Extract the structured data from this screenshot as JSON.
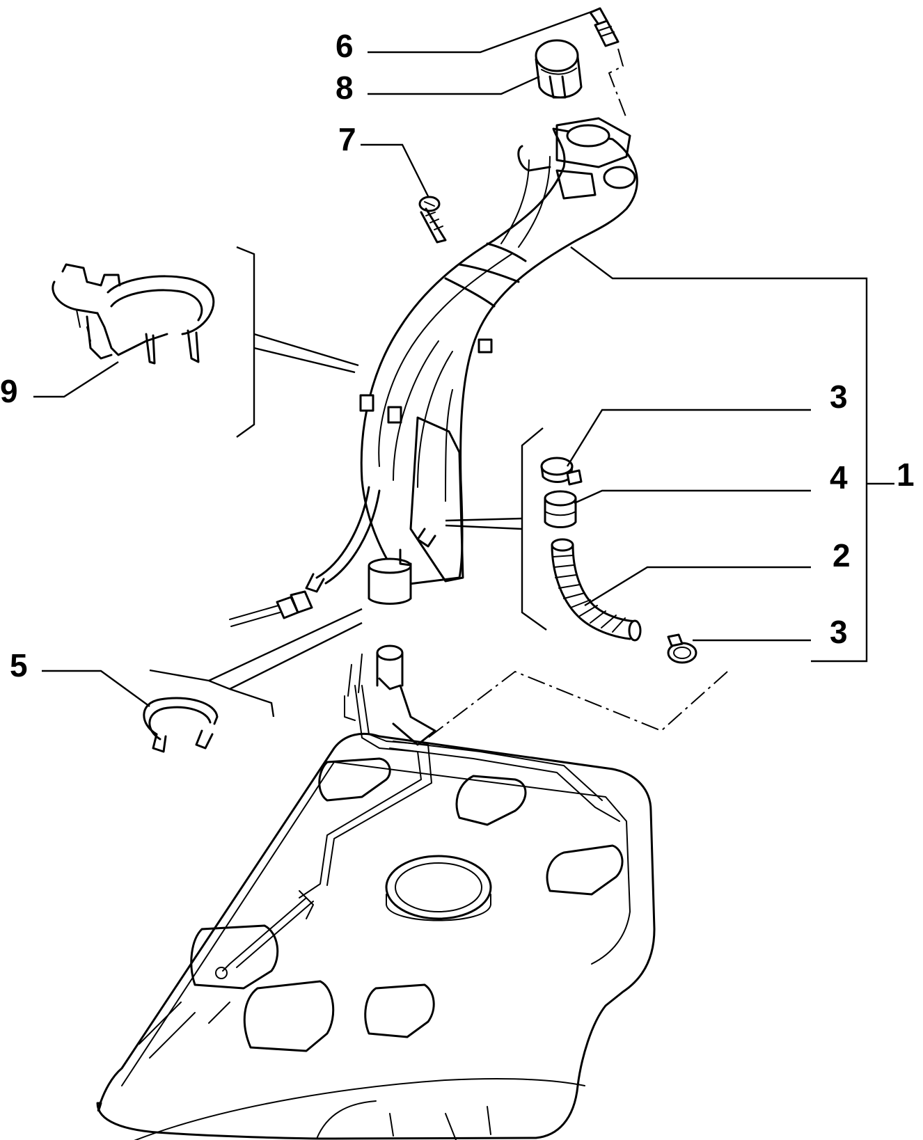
{
  "callouts": {
    "c1": "1",
    "c2": "2",
    "c3_top": "3",
    "c3_bottom": "3",
    "c4": "4",
    "c5": "5",
    "c6": "6",
    "c7": "7",
    "c8": "8",
    "c9": "9"
  }
}
